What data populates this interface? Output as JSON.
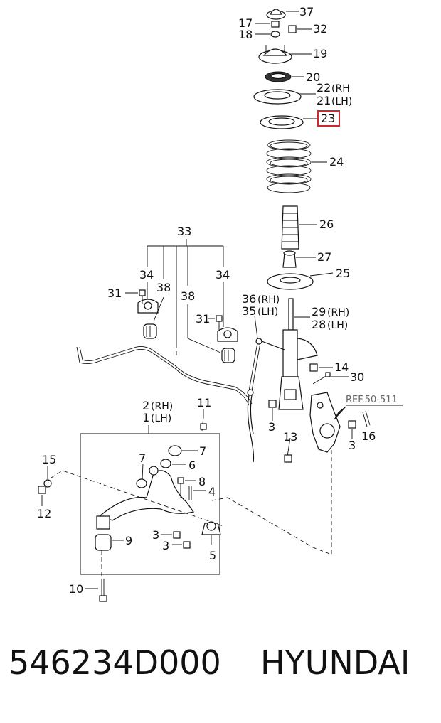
{
  "callouts": {
    "c37": "37",
    "c17": "17",
    "c18": "18",
    "c32": "32",
    "c19": "19",
    "c20": "20",
    "c22": "22",
    "c22s": "(RH",
    "c21": "21",
    "c21s": "(LH)",
    "c23": "23",
    "c24": "24",
    "c26": "26",
    "c27": "27",
    "c25": "25",
    "c33": "33",
    "c34a": "34",
    "c34b": "34",
    "c31a": "31",
    "c38a": "38",
    "c38b": "38",
    "c31b": "31",
    "c36": "36",
    "c36s": "(RH)",
    "c35": "35",
    "c35s": "(LH)",
    "c29": "29",
    "c29s": "(RH)",
    "c28": "28",
    "c28s": "(LH)",
    "c14": "14",
    "c30": "30",
    "c3a": "3",
    "c3b": "3",
    "c13": "13",
    "c16": "16",
    "c2": "2",
    "c2s": "(RH)",
    "c1": "1",
    "c1s": "(LH)",
    "c11": "11",
    "c7a": "7",
    "c7b": "7",
    "c6": "6",
    "c8": "8",
    "c4": "4",
    "c15": "15",
    "c12": "12",
    "c9": "9",
    "c3c": "3",
    "c3d": "3",
    "c5": "5",
    "c10": "10"
  },
  "reference": "REF.50-511",
  "highlighted_part": "23",
  "colors": {
    "highlight": "#d0262e",
    "line": "#111111",
    "reference": "#666666"
  },
  "footer": {
    "part_number": "546234D000",
    "brand": "HYUNDAI"
  }
}
